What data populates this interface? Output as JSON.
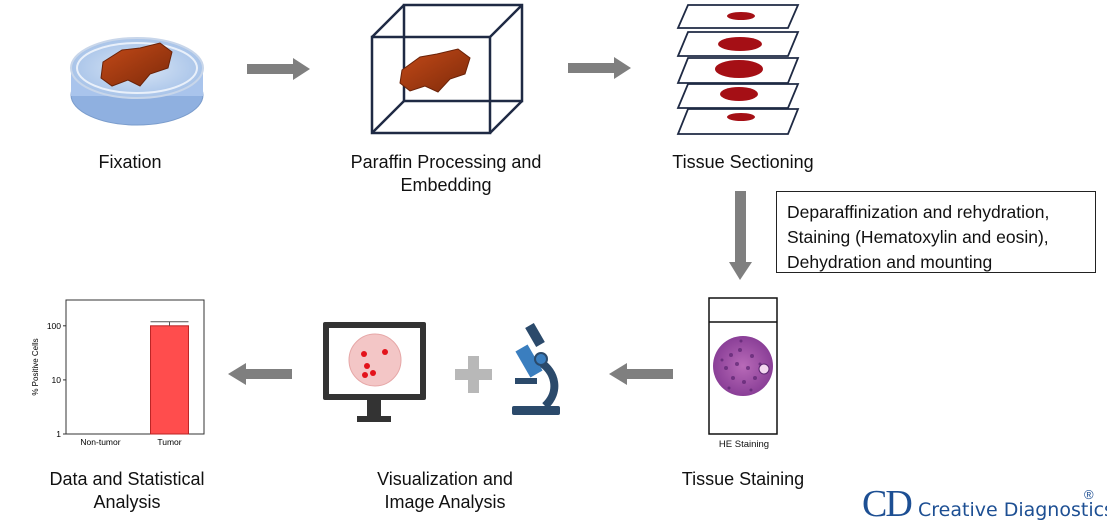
{
  "steps": {
    "fixation": [
      "Fixation"
    ],
    "paraffin": [
      "Paraffin Processing and",
      "Embedding"
    ],
    "sectioning": [
      "Tissue Sectioning"
    ],
    "staining": [
      "Tissue Staining"
    ],
    "visualization": [
      "Visualization and",
      "Image Analysis"
    ],
    "data": [
      "Data and Statistical",
      "Analysis"
    ]
  },
  "staining_note": [
    "Deparaffinization and rehydration,",
    "Staining (Hematoxylin and eosin),",
    "Dehydration and mounting"
  ],
  "slide_label": "HE Staining",
  "chart_data": {
    "type": "bar",
    "categories": [
      "Non-tumor",
      "Tumor"
    ],
    "values": [
      null,
      100
    ],
    "ylabel": "% Positive Cells",
    "yscale": "log",
    "ylim": [
      1,
      300
    ],
    "yticks": [
      "1",
      "10",
      "100"
    ],
    "bar_color": "#ff4d4d"
  },
  "logo": {
    "mark": "CD",
    "name": "Creative Diagnostics",
    "reg": "®"
  },
  "colors": {
    "tissue": "#a33a10",
    "arrow": "#7f7f7f",
    "section": "#a50f15",
    "brand": "#1d4f93"
  },
  "icons": [
    "petri-dish-icon",
    "paraffin-block-icon",
    "slides-icon",
    "stained-slide-icon",
    "monitor-icon",
    "plus-icon",
    "microscope-icon"
  ]
}
